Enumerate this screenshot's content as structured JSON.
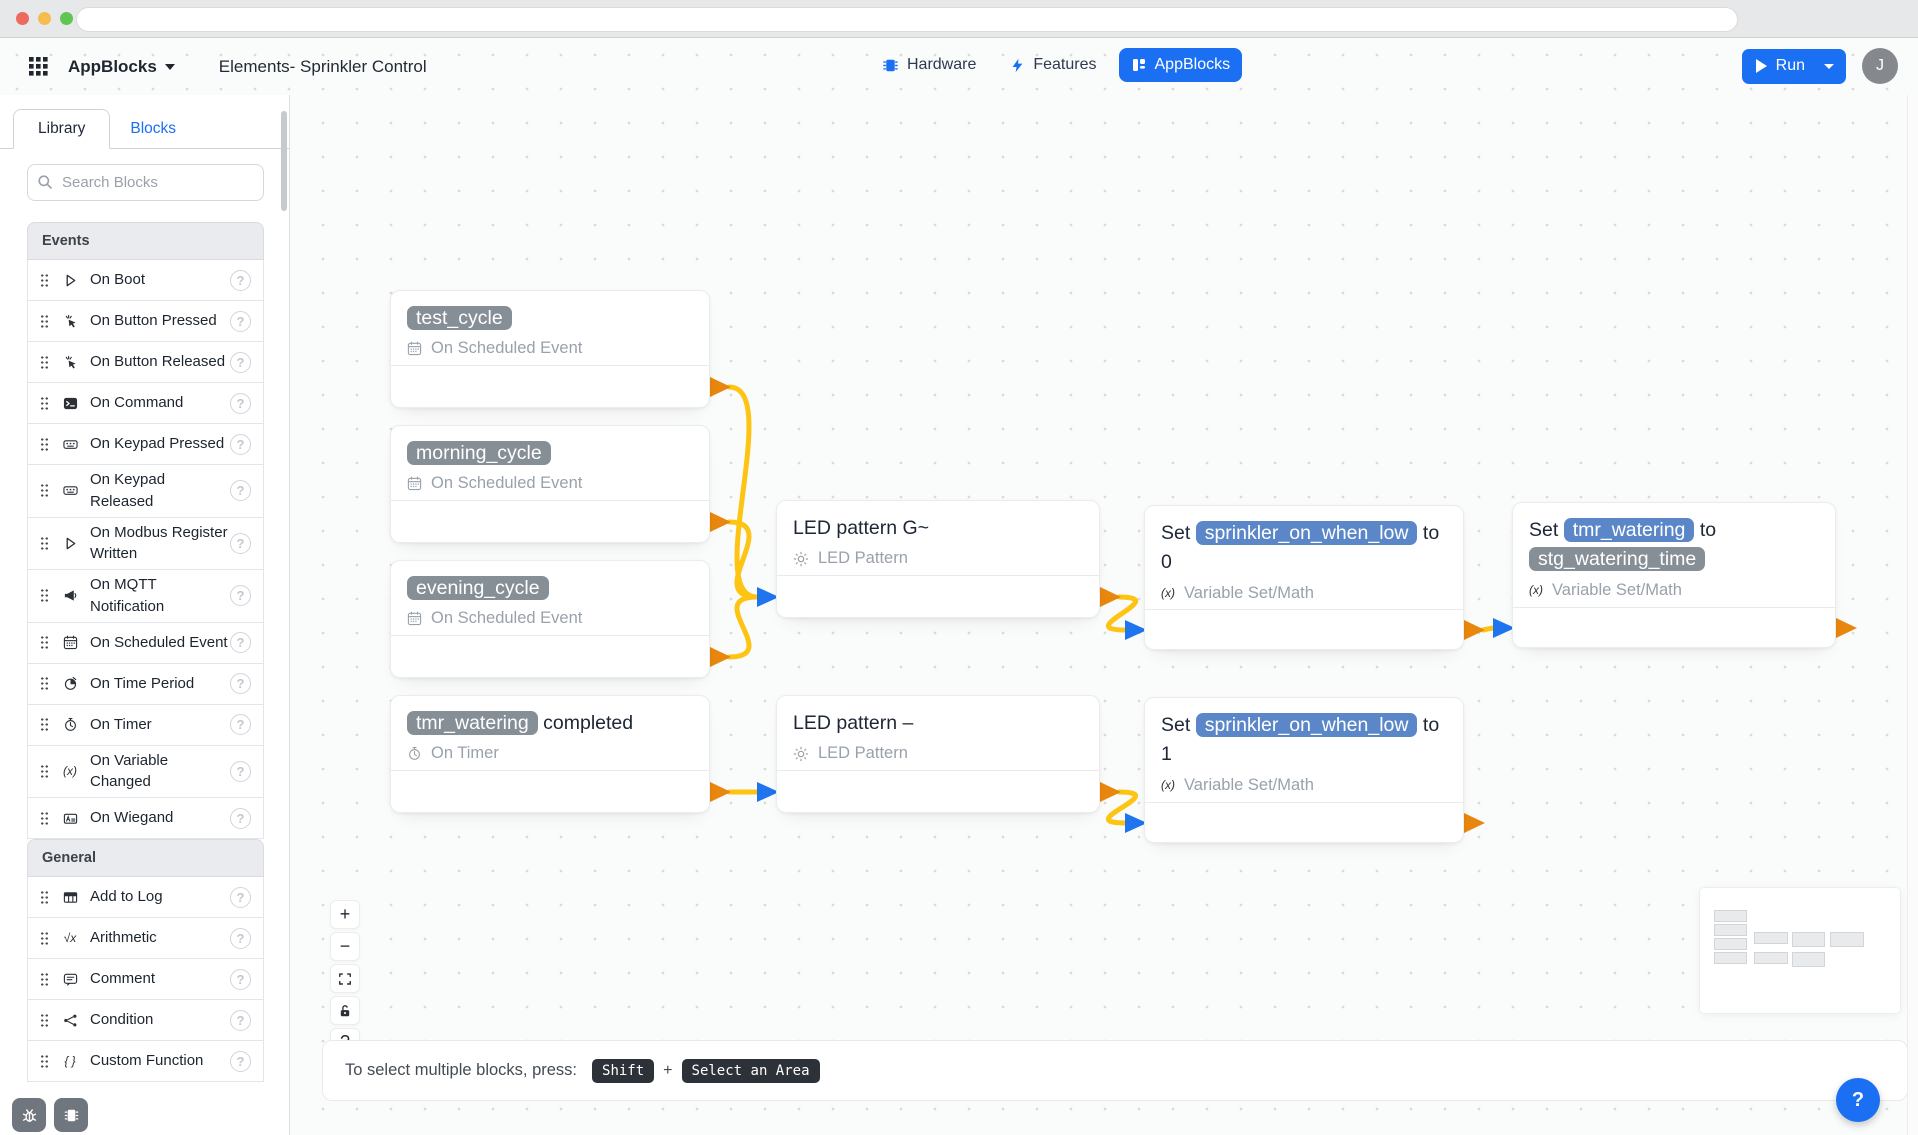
{
  "header": {
    "app_name": "AppBlocks",
    "project_title": "Elements- Sprinkler Control",
    "nav_tabs": [
      {
        "label": "Hardware",
        "icon": "chip-icon",
        "active": false
      },
      {
        "label": "Features",
        "icon": "bolt-icon",
        "active": false
      },
      {
        "label": "AppBlocks",
        "icon": "appblocks-icon",
        "active": true
      }
    ],
    "run_label": "Run",
    "avatar_initial": "J"
  },
  "sidebar": {
    "tabs": [
      {
        "label": "Library",
        "active": true
      },
      {
        "label": "Blocks",
        "active": false
      }
    ],
    "search_placeholder": "Search Blocks",
    "help_glyph": "?",
    "sections": [
      {
        "title": "Events",
        "items": [
          {
            "label": "On Boot",
            "icon": "play-icon"
          },
          {
            "label": "On Button Pressed",
            "icon": "tap-icon"
          },
          {
            "label": "On Button Released",
            "icon": "tap-icon"
          },
          {
            "label": "On Command",
            "icon": "terminal-icon"
          },
          {
            "label": "On Keypad Pressed",
            "icon": "keypad-icon"
          },
          {
            "label": "On Keypad Released",
            "icon": "keypad-icon"
          },
          {
            "label": "On Modbus Register Written",
            "icon": "play-icon",
            "two_line": true
          },
          {
            "label": "On MQTT Notification",
            "icon": "megaphone-icon",
            "two_line": true
          },
          {
            "label": "On Scheduled Event",
            "icon": "calendar-icon"
          },
          {
            "label": "On Time Period",
            "icon": "time-period-icon"
          },
          {
            "label": "On Timer",
            "icon": "stopwatch-icon"
          },
          {
            "label": "On Variable Changed",
            "icon": "variable-icon",
            "two_line": true
          },
          {
            "label": "On Wiegand",
            "icon": "wiegand-icon"
          }
        ]
      },
      {
        "title": "General",
        "items": [
          {
            "label": "Add to Log",
            "icon": "table-icon"
          },
          {
            "label": "Arithmetic",
            "icon": "arithmetic-icon"
          },
          {
            "label": "Comment",
            "icon": "comment-icon"
          },
          {
            "label": "Condition",
            "icon": "branch-icon"
          },
          {
            "label": "Custom Function",
            "icon": "custom-function-icon"
          }
        ]
      }
    ]
  },
  "canvas": {
    "blocks": [
      {
        "id": "test_cycle",
        "segments": [
          {
            "text": "test_cycle",
            "style": "badge-gray"
          }
        ],
        "subtitle": "On Scheduled Event",
        "subtitle_icon": "calendar-icon",
        "has_input": false
      },
      {
        "id": "morning_cycle",
        "segments": [
          {
            "text": "morning_cycle",
            "style": "badge-gray"
          }
        ],
        "subtitle": "On Scheduled Event",
        "subtitle_icon": "calendar-icon",
        "has_input": false
      },
      {
        "id": "evening_cycle",
        "segments": [
          {
            "text": "evening_cycle",
            "style": "badge-gray"
          }
        ],
        "subtitle": "On Scheduled Event",
        "subtitle_icon": "calendar-icon",
        "has_input": false
      },
      {
        "id": "tmr_watering",
        "segments": [
          {
            "text": "tmr_watering",
            "style": "badge-gray"
          },
          {
            "text": " completed",
            "style": "plain"
          }
        ],
        "subtitle": "On Timer",
        "subtitle_icon": "stopwatch-icon",
        "has_input": false
      },
      {
        "id": "led_g",
        "segments": [
          {
            "text": "LED pattern G~",
            "style": "plain"
          }
        ],
        "subtitle": "LED Pattern",
        "subtitle_icon": "sun-icon",
        "has_input": true
      },
      {
        "id": "led_minus",
        "segments": [
          {
            "text": "LED pattern –",
            "style": "plain"
          }
        ],
        "subtitle": "LED Pattern",
        "subtitle_icon": "sun-icon",
        "has_input": true
      },
      {
        "id": "set0",
        "segments": [
          {
            "text": "Set ",
            "style": "plain"
          },
          {
            "text": "sprinkler_on_when_low",
            "style": "badge-blue"
          },
          {
            "text": " to 0",
            "style": "plain"
          }
        ],
        "subtitle": "Variable Set/Math",
        "subtitle_icon": "variable-icon",
        "has_input": true
      },
      {
        "id": "set_tmr",
        "segments": [
          {
            "text": "Set ",
            "style": "plain"
          },
          {
            "text": "tmr_watering",
            "style": "badge-blue"
          },
          {
            "text": " to ",
            "style": "plain"
          },
          {
            "text": "stg_watering_time",
            "style": "badge-gray"
          }
        ],
        "subtitle": "Variable Set/Math",
        "subtitle_icon": "variable-icon",
        "has_input": true
      },
      {
        "id": "set1",
        "segments": [
          {
            "text": "Set ",
            "style": "plain"
          },
          {
            "text": "sprinkler_on_when_low",
            "style": "badge-blue"
          },
          {
            "text": " to 1",
            "style": "plain"
          }
        ],
        "subtitle": "Variable Set/Math",
        "subtitle_icon": "variable-icon",
        "has_input": true
      }
    ],
    "connections": [
      [
        "test_cycle",
        "led_g"
      ],
      [
        "morning_cycle",
        "led_g"
      ],
      [
        "evening_cycle",
        "led_g"
      ],
      [
        "tmr_watering",
        "led_minus"
      ],
      [
        "led_g",
        "set0"
      ],
      [
        "set0",
        "set_tmr"
      ],
      [
        "led_minus",
        "set1"
      ]
    ],
    "controls": [
      {
        "name": "zoom-in",
        "glyph": "+"
      },
      {
        "name": "zoom-out",
        "glyph": "−"
      },
      {
        "name": "fit-view",
        "icon": "fit-icon"
      },
      {
        "name": "lock",
        "icon": "lock-open-icon"
      },
      {
        "name": "canvas-help",
        "glyph": "?"
      }
    ],
    "hint": {
      "text": "To select multiple blocks, press:",
      "separator": "+",
      "keys": [
        "Shift",
        "Select an Area"
      ]
    },
    "help_button_glyph": "?"
  },
  "footer_buttons": [
    {
      "name": "debug",
      "icon": "bug-icon"
    },
    {
      "name": "device",
      "icon": "chip-icon-white"
    }
  ],
  "colors": {
    "accent_blue": "#1a6ff2",
    "wire_yellow": "#fdc413",
    "arrow_orange": "#e8870e",
    "arrow_blue": "#1e75ee",
    "badge_gray": "#868e96",
    "badge_blue": "#5b87c9"
  }
}
